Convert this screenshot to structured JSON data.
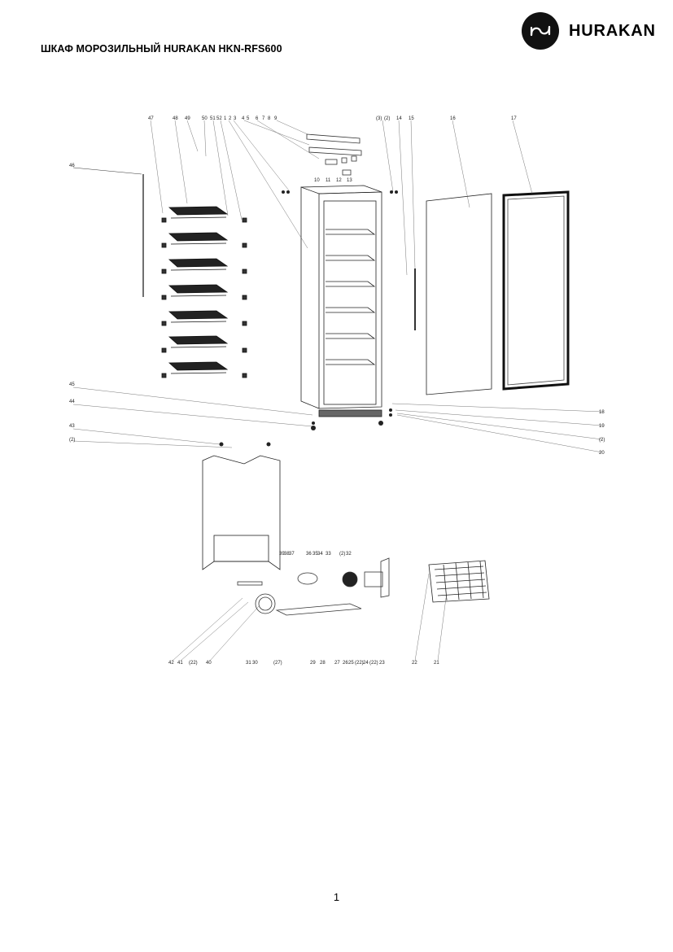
{
  "header": {
    "title": "ШКАФ МОРОЗИЛЬНЫЙ HURAKAN HKN-RFS600",
    "brand_name": "HURAKAN",
    "logo_icon": "hurakan-logo-icon"
  },
  "footer": {
    "page_number": "1"
  },
  "diagram": {
    "top_callouts": [
      "47",
      "48",
      "49",
      "50",
      "51",
      "52",
      "1",
      "2",
      "3",
      "4",
      "5",
      "6",
      "7",
      "8",
      "9",
      "(3)",
      "(2)",
      "14",
      "15",
      "16",
      "17"
    ],
    "upper_mid_callouts": [
      "10",
      "11",
      "12",
      "13"
    ],
    "left_callouts": [
      "46",
      "45",
      "44",
      "43",
      "(2)"
    ],
    "right_callouts": [
      "18",
      "19",
      "(2)",
      "20"
    ],
    "lower_cluster_callouts": [
      "39",
      "38",
      "37",
      "36",
      "35",
      "34",
      "33",
      "(2)",
      "32"
    ],
    "bottom_callouts": [
      "42",
      "41",
      "(22)",
      "40",
      "31",
      "30",
      "(27)",
      "29",
      "28",
      "27",
      "26",
      "25",
      "(22)",
      "24",
      "(22)",
      "23",
      "22",
      "21"
    ]
  }
}
